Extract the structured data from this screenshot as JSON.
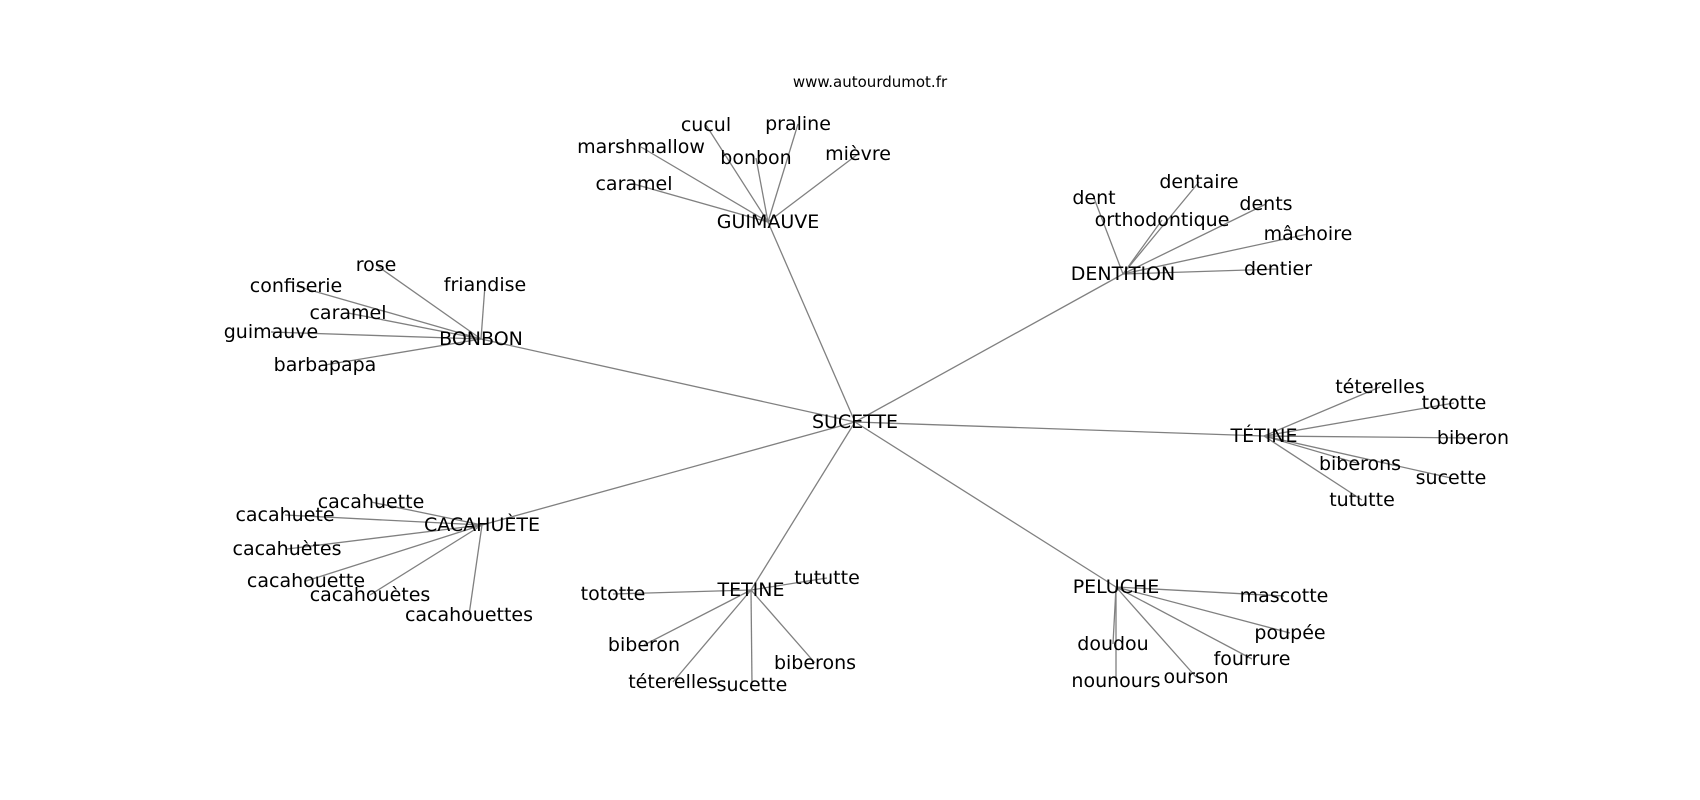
{
  "site": "www.autourdumot.fr",
  "center": {
    "id": "center",
    "label": "SUCETTE"
  },
  "clusters": [
    {
      "id": "guimauve",
      "label": "GUIMAUVE",
      "words": [
        {
          "id": "guimauve-cucul",
          "label": "cucul"
        },
        {
          "id": "guimauve-praline",
          "label": "praline"
        },
        {
          "id": "guimauve-marshmallow",
          "label": "marshmallow"
        },
        {
          "id": "guimauve-bonbon",
          "label": "bonbon"
        },
        {
          "id": "guimauve-mievre",
          "label": "mièvre"
        },
        {
          "id": "guimauve-caramel",
          "label": "caramel"
        }
      ]
    },
    {
      "id": "dentition",
      "label": "DENTITION",
      "words": [
        {
          "id": "dentition-dentaire",
          "label": "dentaire"
        },
        {
          "id": "dentition-dent",
          "label": "dent"
        },
        {
          "id": "dentition-dents",
          "label": "dents"
        },
        {
          "id": "dentition-orthodontique",
          "label": "orthodontique"
        },
        {
          "id": "dentition-machoire",
          "label": "mâchoire"
        },
        {
          "id": "dentition-dentier",
          "label": "dentier"
        }
      ]
    },
    {
      "id": "bonbon",
      "label": "BONBON",
      "words": [
        {
          "id": "bonbon-rose",
          "label": "rose"
        },
        {
          "id": "bonbon-confiserie",
          "label": "confiserie"
        },
        {
          "id": "bonbon-friandise",
          "label": "friandise"
        },
        {
          "id": "bonbon-caramel",
          "label": "caramel"
        },
        {
          "id": "bonbon-guimauve",
          "label": "guimauve"
        },
        {
          "id": "bonbon-barbapapa",
          "label": "barbapapa"
        }
      ]
    },
    {
      "id": "tetine-accent",
      "label": "TÉTINE",
      "words": [
        {
          "id": "tetine-accent-teterelles",
          "label": "téterelles"
        },
        {
          "id": "tetine-accent-tototte",
          "label": "tototte"
        },
        {
          "id": "tetine-accent-biberon",
          "label": "biberon"
        },
        {
          "id": "tetine-accent-biberons",
          "label": "biberons"
        },
        {
          "id": "tetine-accent-sucette",
          "label": "sucette"
        },
        {
          "id": "tetine-accent-tututte",
          "label": "tututte"
        }
      ]
    },
    {
      "id": "cacahuete",
      "label": "CACAHUÈTE",
      "words": [
        {
          "id": "cacahuete-cacahuette",
          "label": "cacahuette"
        },
        {
          "id": "cacahuete-cacahuete",
          "label": "cacahuete"
        },
        {
          "id": "cacahuete-cacahuetes",
          "label": "cacahuètes"
        },
        {
          "id": "cacahuete-cacahouette",
          "label": "cacahouette"
        },
        {
          "id": "cacahuete-cacahouetes",
          "label": "cacahouètes"
        },
        {
          "id": "cacahuete-cacahouettes",
          "label": "cacahouettes"
        }
      ]
    },
    {
      "id": "tetine",
      "label": "TETINE",
      "words": [
        {
          "id": "tetine-tututte",
          "label": "tututte"
        },
        {
          "id": "tetine-tototte",
          "label": "tototte"
        },
        {
          "id": "tetine-biberon",
          "label": "biberon"
        },
        {
          "id": "tetine-biberons",
          "label": "biberons"
        },
        {
          "id": "tetine-teterelles",
          "label": "téterelles"
        },
        {
          "id": "tetine-sucette",
          "label": "sucette"
        }
      ]
    },
    {
      "id": "peluche",
      "label": "PELUCHE",
      "words": [
        {
          "id": "peluche-mascotte",
          "label": "mascotte"
        },
        {
          "id": "peluche-poupee",
          "label": "poupée"
        },
        {
          "id": "peluche-doudou",
          "label": "doudou"
        },
        {
          "id": "peluche-fourrure",
          "label": "fourrure"
        },
        {
          "id": "peluche-ourson",
          "label": "ourson"
        },
        {
          "id": "peluche-nounours",
          "label": "nounours"
        }
      ]
    }
  ]
}
